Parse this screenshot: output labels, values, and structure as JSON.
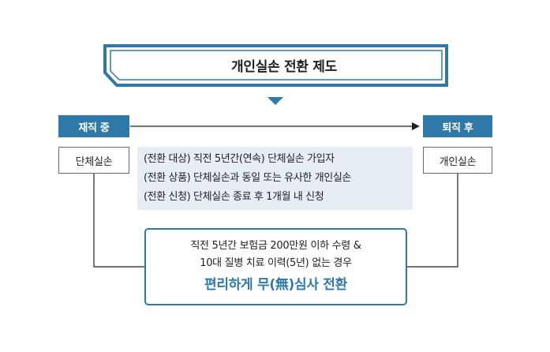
{
  "title": "개인실손 전환 제도",
  "before": {
    "tag": "재직 중",
    "box": "단체실손"
  },
  "after": {
    "tag": "퇴직 후",
    "box": "개인실손"
  },
  "conditions": [
    "(전환 대상) 직전 5년간(연속) 단체실손 가입자",
    "(전환 상품) 단체실손과 동일 또는 유사한 개인실손",
    "(전환 신청) 단체실손 종료 후 1개월 내 신청"
  ],
  "result": {
    "line1": "직전 5년간 보험금 200만원 이하 수령 &",
    "line2": "10대 질병 치료 이력(5년) 없는 경우",
    "highlight": "편리하게 무(無)심사 전환"
  },
  "colors": {
    "accent": "#2f79a8",
    "banner_stroke": "#2f79a8",
    "panel_bg": "#e6edf4",
    "connector": "#231f20"
  }
}
